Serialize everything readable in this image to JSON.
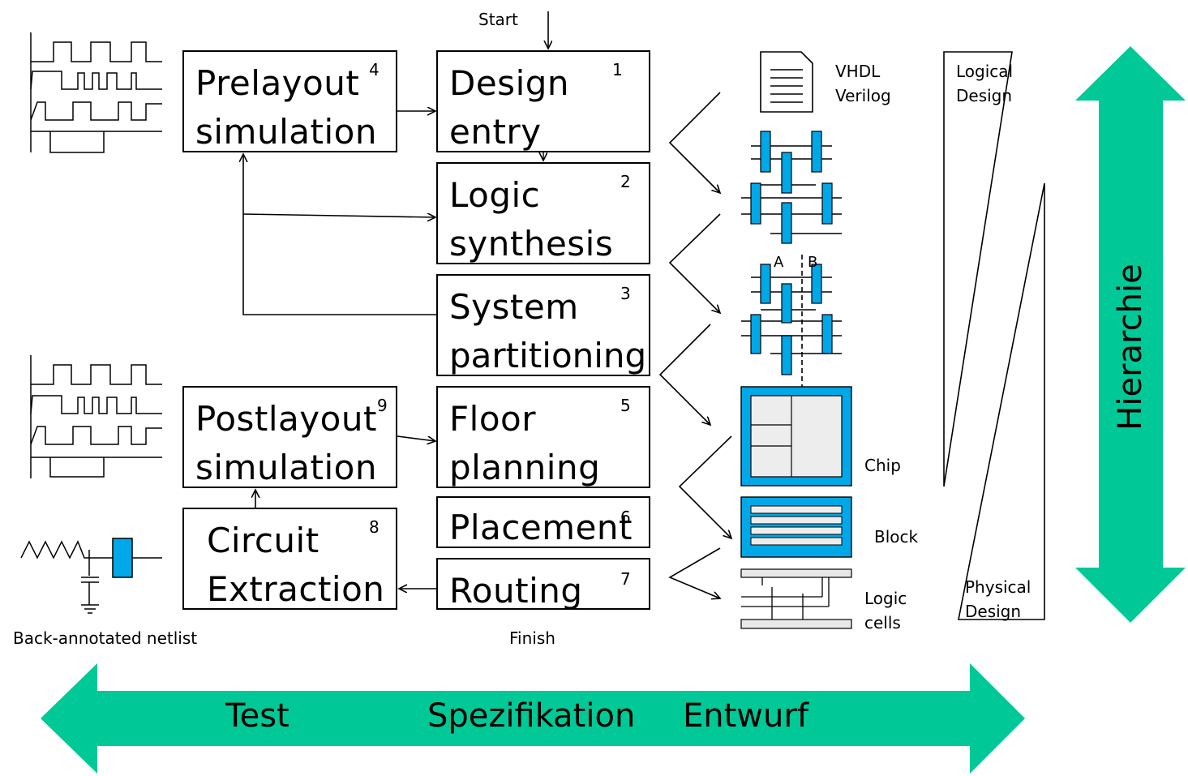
{
  "colors": {
    "accent": "#00C896",
    "chip_blue": "#00A8E8",
    "cell_gray": "#E8E8E8"
  },
  "steps": {
    "prelayout": {
      "line1": "Prelayout",
      "line2": "simulation",
      "num": "4"
    },
    "design_entry": {
      "line1": "Design",
      "line2": "entry",
      "num": "1"
    },
    "logic_synthesis": {
      "line1": "Logic",
      "line2": "synthesis",
      "num": "2"
    },
    "system_partitioning": {
      "line1": "System",
      "line2": "partitioning",
      "num": "3"
    },
    "postlayout": {
      "line1": "Postlayout",
      "line2": "simulation",
      "num": "9"
    },
    "floor_planning": {
      "line1": "Floor",
      "line2": "planning",
      "num": "5"
    },
    "placement": {
      "line1": "Placement",
      "num": "6"
    },
    "circuit_extraction": {
      "line1": "Circuit",
      "line2": "Extraction",
      "num": "8"
    },
    "routing": {
      "line1": "Routing",
      "num": "7"
    }
  },
  "labels": {
    "start": "Start",
    "finish": "Finish",
    "hdl_1": "VHDL",
    "hdl_2": "Verilog",
    "netlist": "Back-annotated netlist",
    "partition_a": "A",
    "partition_b": "B",
    "chip": "Chip",
    "block": "Block",
    "logic_cells_1": "Logic",
    "logic_cells_2": "cells",
    "logical_design_1": "Logical",
    "logical_design_2": "Design",
    "physical_design_1": "Physical",
    "physical_design_2": "Design"
  },
  "arrows": {
    "hierarchy": "Hierarchie",
    "test": "Test",
    "spec": "Spezifikation",
    "design": "Entwurf"
  },
  "icons": [
    "document-icon",
    "waveform-icon",
    "gate-netlist-icon",
    "chip-floorplan-icon",
    "block-icon",
    "logic-cells-icon",
    "resistor-capacitor-icon"
  ]
}
